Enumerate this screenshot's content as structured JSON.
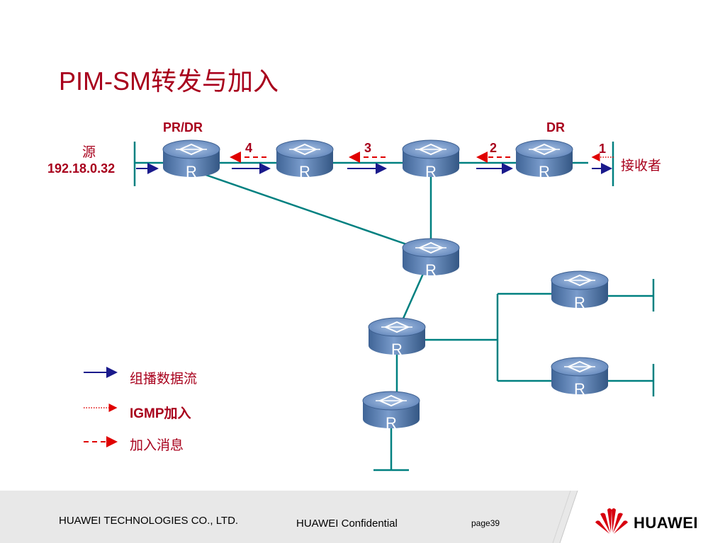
{
  "title": "PIM-SM转发与加入",
  "labels": {
    "pr_dr": "PR/DR",
    "dr": "DR",
    "source_name": "源",
    "source_ip": "192.18.0.32",
    "receiver": "接收者",
    "step1": "1",
    "step2": "2",
    "step3": "3",
    "step4": "4"
  },
  "router_letter": "R",
  "legend": {
    "multicast": "组播数据流",
    "igmp": "IGMP加入",
    "join": "加入消息"
  },
  "footer": {
    "company": "HUAWEI TECHNOLOGIES CO., LTD.",
    "confidential": "HUAWEI Confidential",
    "page": "page39",
    "logo": "HUAWEI"
  },
  "colors": {
    "title": "#a8001c",
    "link": "#008080",
    "data_arrow": "#1a1a8c",
    "join_arrow": "#e00000",
    "router_body": "#4a72a8"
  }
}
